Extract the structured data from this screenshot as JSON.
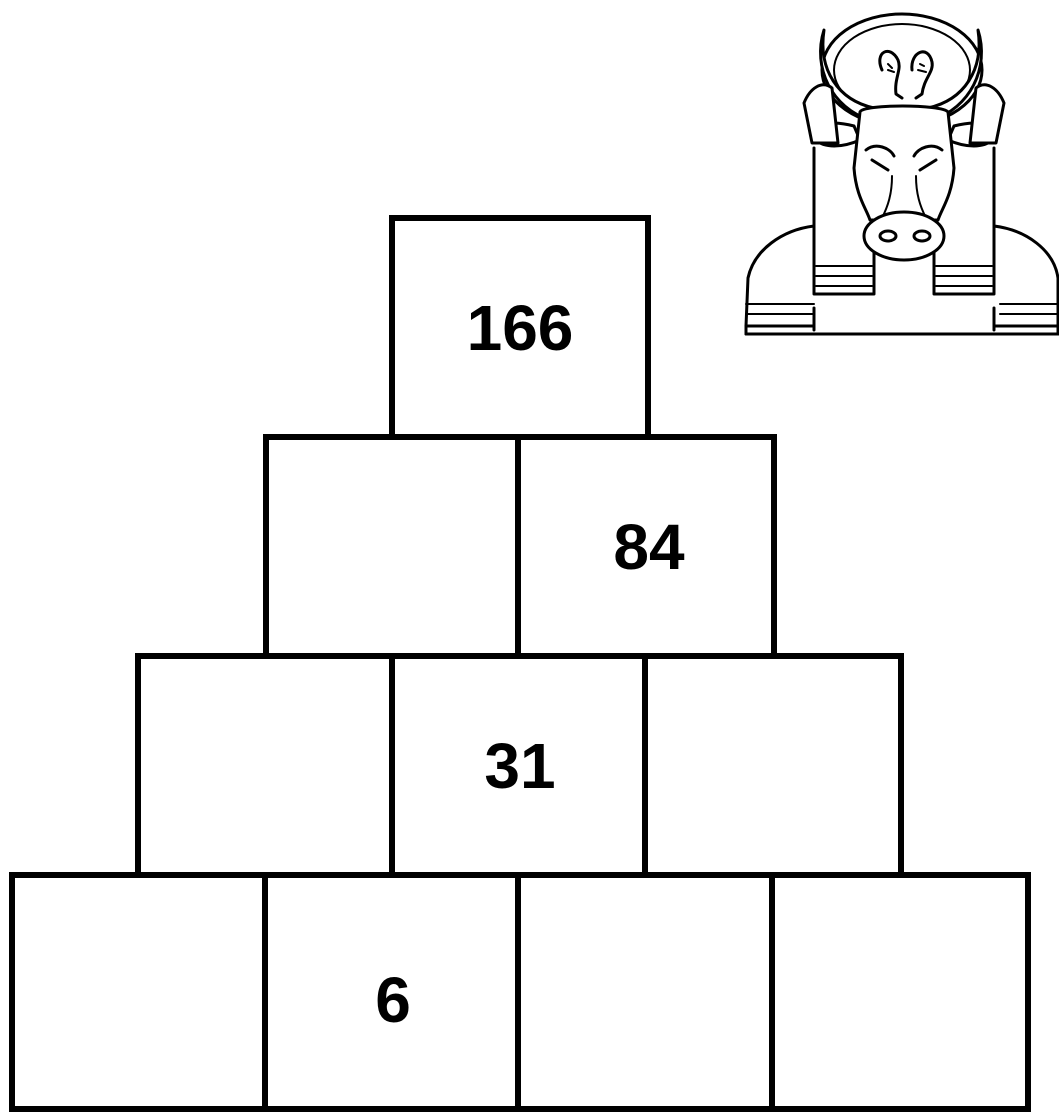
{
  "illustration": {
    "icon": "bull-deity-icon"
  },
  "pyramid": {
    "rows": [
      {
        "cells": [
          "166"
        ]
      },
      {
        "cells": [
          "",
          "84"
        ]
      },
      {
        "cells": [
          "",
          "31",
          ""
        ]
      },
      {
        "cells": [
          "",
          "6",
          "",
          ""
        ]
      }
    ]
  }
}
